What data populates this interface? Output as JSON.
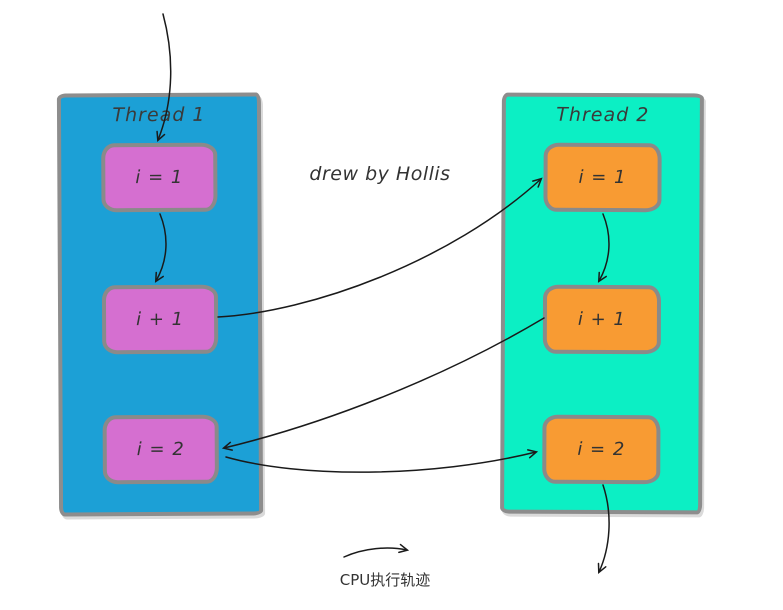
{
  "diagram": {
    "watermark": "drew by Hollis",
    "threads": [
      {
        "title": "Thread 1",
        "boxes": [
          {
            "label": "i = 1"
          },
          {
            "label": "i + 1"
          },
          {
            "label": "i = 2"
          }
        ]
      },
      {
        "title": "Thread 2",
        "boxes": [
          {
            "label": "i = 1"
          },
          {
            "label": "i + 1"
          },
          {
            "label": "i = 2"
          }
        ]
      }
    ],
    "legend": {
      "label": "CPU执行轨迹"
    },
    "colors": {
      "thread1_panel": "#1ca0d6",
      "thread2_panel": "#0cefc4",
      "thread1_box": "#d56fd0",
      "thread2_box": "#f89b33",
      "panel_border": "#8d8d8d",
      "box_border": "#8a8a8a",
      "arrow": "#1a1a1a",
      "text": "#333333"
    }
  }
}
